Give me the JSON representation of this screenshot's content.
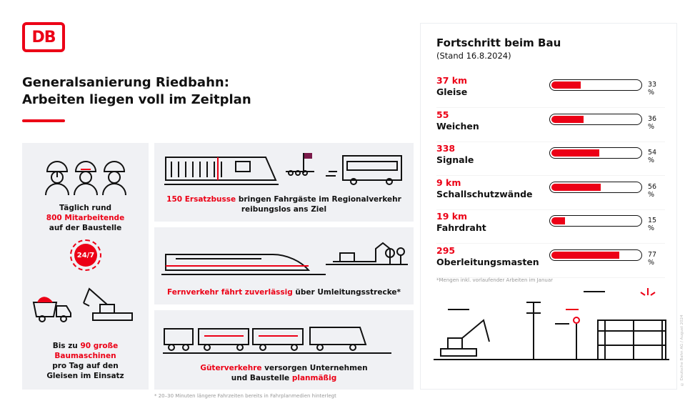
{
  "logo": "DB",
  "title": {
    "line1": "Generalsanierung Riedbahn:",
    "line2": "Arbeiten liegen voll im Zeitplan"
  },
  "left_panel": {
    "t1": "Täglich rund",
    "t2": "800 Mitarbeitende",
    "t3": "auf der Baustelle",
    "badge": "24/7",
    "b1": "Bis zu ",
    "b2": "90 große",
    "b3": "Baumaschinen",
    "b4": "pro Tag auf den",
    "b5": "Gleisen im Einsatz"
  },
  "panels": [
    {
      "red": "150 Ersatzbusse",
      "rest": " bringen Fahrgäste im Regionalverkehr",
      "line2": "reibungslos ans Ziel"
    },
    {
      "red": "Fernverkehr fährt zuverlässig",
      "rest": " über Umleitungsstrecke*"
    },
    {
      "red": "Güterverkehre",
      "rest": " versorgen Unternehmen",
      "line2a": "und Baustelle ",
      "line2red": "planmäßig"
    }
  ],
  "footnote": "* 20–30 Minuten längere Fahrzeiten bereits in Fahrplanmedien hinterlegt",
  "progress": {
    "title": "Fortschritt beim Bau",
    "stand": "(Stand 16.8.2024)",
    "rows": [
      {
        "value": "37 km",
        "name": "Gleise",
        "percent": 33,
        "label": "33 %"
      },
      {
        "value": "55",
        "name": "Weichen",
        "percent": 36,
        "label": "36 %"
      },
      {
        "value": "338",
        "name": "Signale",
        "percent": 54,
        "label": "54 %"
      },
      {
        "value": "9 km",
        "name": "Schallschutzwände",
        "percent": 56,
        "label": "56 %"
      },
      {
        "value": "19 km",
        "name": "Fahrdraht",
        "percent": 15,
        "label": "15 %"
      },
      {
        "value": "295",
        "name": "Oberleitungsmasten",
        "percent": 77,
        "label": "77 %"
      }
    ],
    "note": "*Mengen inkl. vorlaufender Arbeiten im Januar"
  },
  "copyright": "© Deutsche Bahn AG / August 2024",
  "colors": {
    "accent": "#ec0016",
    "panel": "#f0f1f4"
  }
}
